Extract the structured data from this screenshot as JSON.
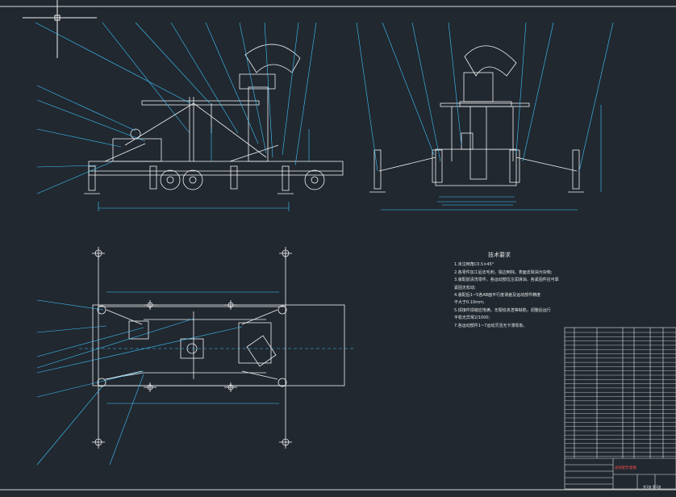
{
  "drawing": {
    "background": "#212830",
    "line_color": "#f2f2f2",
    "leader_color": "#3ec6ff",
    "accent_red": "#ff4d4d",
    "view_names": [
      "front-view",
      "side-view",
      "top-view"
    ]
  },
  "tech_notes": {
    "title": "技术要求",
    "items": [
      "1.未注倒角C0.5×45°",
      "2.各零件加工后去毛刺，锐边倒钝，表面去除油污杂物;",
      "3.装配前清洗零件，各运动部位注润滑油，各紧固件应可靠",
      "  紧固无松动;",
      "4.装配后1~5各AB面平行度误差及运动部件精度",
      "  不大于0.10mm;",
      "5.焊接件焊缝应饱满，无裂纹夹渣等缺陷，调整后运行",
      "  平稳无异常2/1000;",
      "7.各运动部件1~7运动灵活无卡滞现象。"
    ]
  },
  "title_block": {
    "drawing_name": "总装配示意图",
    "note": "共1张 第1张"
  }
}
